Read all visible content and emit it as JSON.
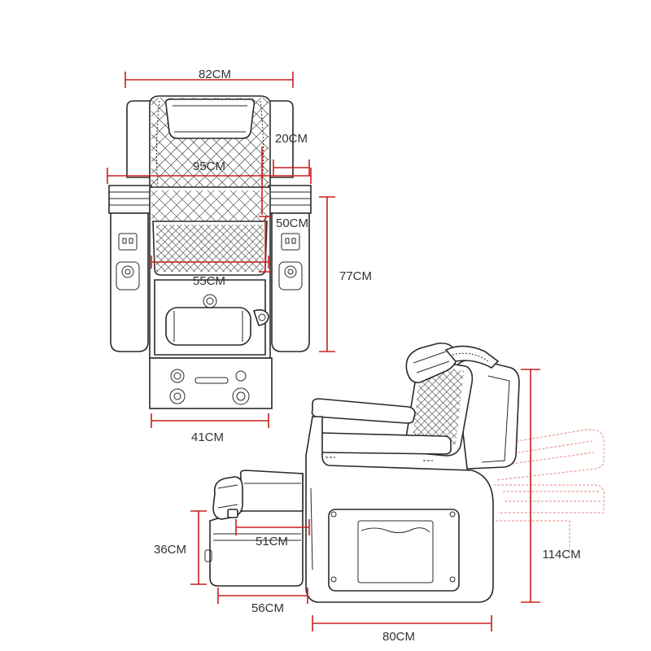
{
  "colors": {
    "dimension": "#c8201e",
    "outline": "#2a2a2a",
    "label": "#333333",
    "ghost": "#e88a84"
  },
  "front_view": {
    "width_top": "82CM",
    "armrest_width": "20CM",
    "overall_width": "95CM",
    "seat_depth": "50CM",
    "seat_width": "55CM",
    "side_height": "77CM",
    "basin_width": "41CM"
  },
  "side_view": {
    "footrest_height": "36CM",
    "footrest_length": "51CM",
    "basin_depth": "56CM",
    "chair_depth": "80CM",
    "overall_height": "114CM"
  }
}
